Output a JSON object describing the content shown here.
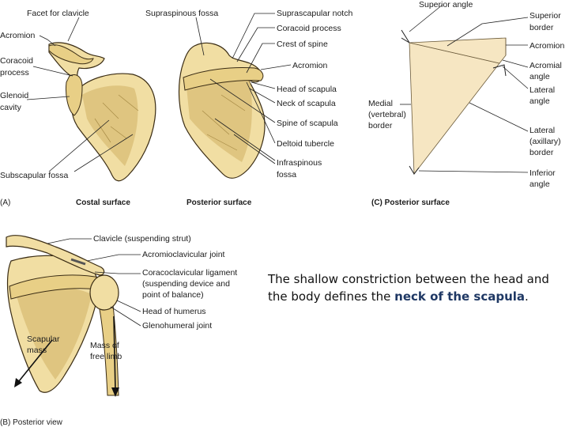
{
  "panel_a": {
    "labels": {
      "facet_for_clavicle": "Facet for clavicle",
      "acromion_left": "Acromion",
      "coracoid_process_left": "Coracoid process",
      "glenoid_cavity": "Glenoid cavity",
      "subscapular_fossa": "Subscapular fossa",
      "supraspinous_fossa": "Supraspinous fossa",
      "suprascapular_notch": "Suprascapular notch",
      "coracoid_process_right": "Coracoid process",
      "crest_of_spine": "Crest of spine",
      "acromion_right": "Acromion",
      "head_of_scapula": "Head of scapula",
      "neck_of_scapula": "Neck of scapula",
      "spine_of_scapula": "Spine of scapula",
      "deltoid_tubercle": "Deltoid tubercle",
      "infraspinous_fossa": "Infraspinous fossa"
    },
    "captions": {
      "letter": "(A)",
      "costal": "Costal surface",
      "posterior": "Posterior surface"
    }
  },
  "panel_c": {
    "labels": {
      "superior_angle": "Superior angle",
      "superior_border": "Superior border",
      "acromion": "Acromion",
      "acromial_angle": "Acromial angle",
      "lateral_angle": "Lateral angle",
      "medial_border": "Medial (vertebral) border",
      "lateral_border": "Lateral (axillary) border",
      "inferior_angle": "Inferior angle"
    },
    "caption": "(C) Posterior surface"
  },
  "panel_b": {
    "labels": {
      "clavicle": "Clavicle (suspending strut)",
      "acromioclavicular_joint": "Acromioclavicular joint",
      "coracoclavicular_ligament": "Coracoclavicular ligament (suspending device and point of balance)",
      "head_of_humerus": "Head of humerus",
      "glenohumeral_joint": "Glenohumeral joint",
      "scapular_mass": "Scapular mass",
      "mass_of_free_limb": "Mass of free limb"
    },
    "caption": "(B) Posterior view"
  },
  "note": {
    "text": "The shallow constriction between the head and the body defines the",
    "highlight": "neck of the scapula",
    "end": ".",
    "highlight_color": "#1f3864"
  }
}
